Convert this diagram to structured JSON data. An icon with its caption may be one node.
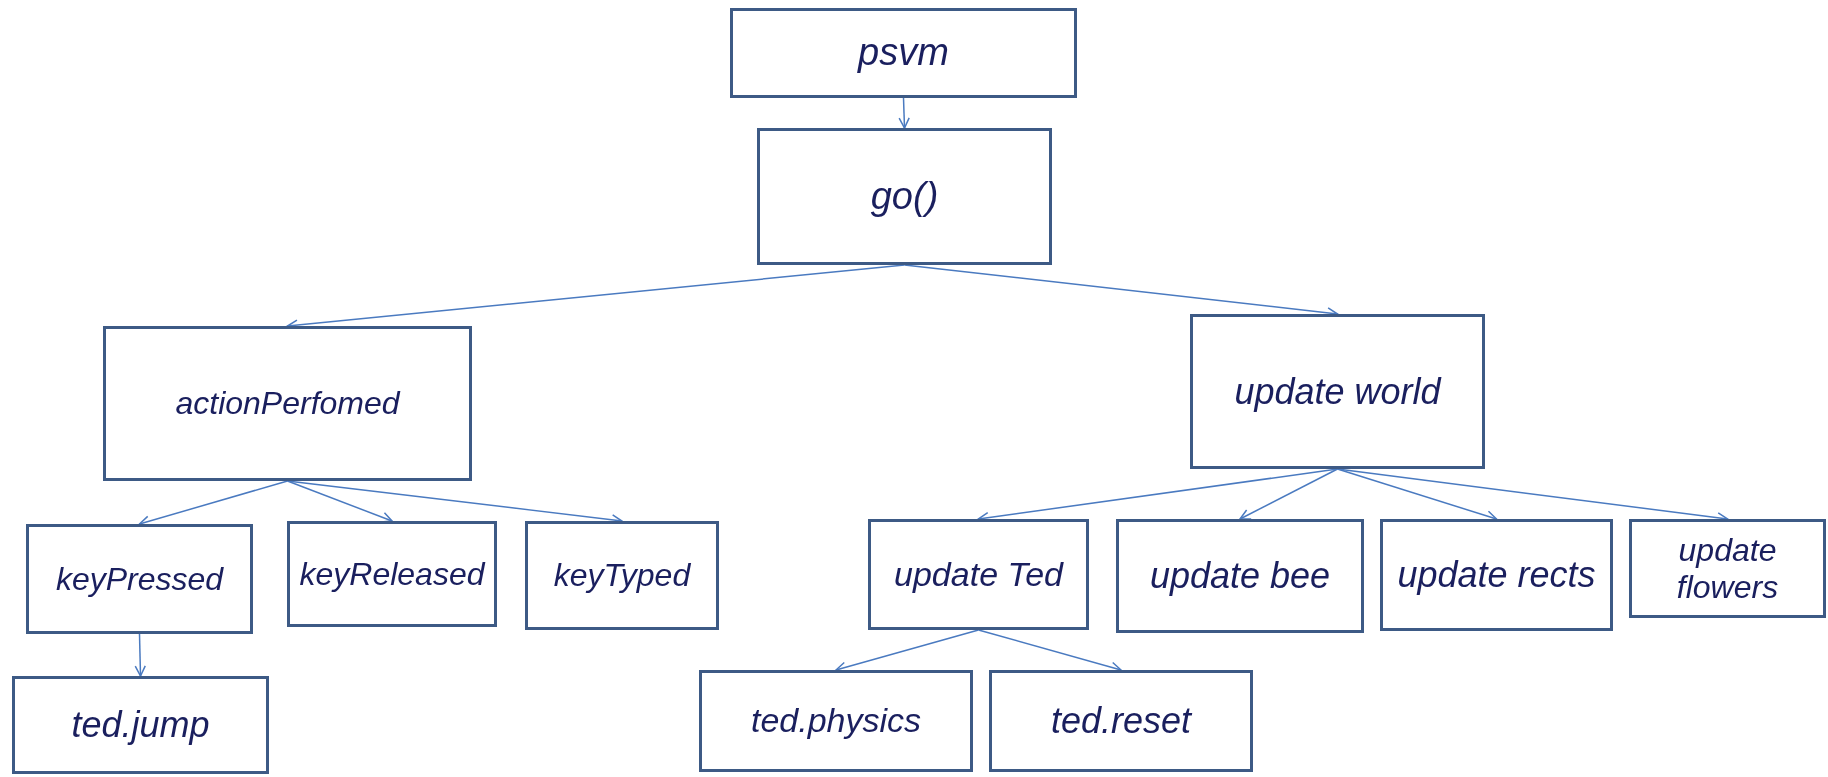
{
  "diagram": {
    "nodes": [
      {
        "text": [
          "psvm"
        ]
      },
      {
        "text": [
          "go()"
        ]
      },
      {
        "text": [
          "actionPerfomed"
        ]
      },
      {
        "text": [
          "update world"
        ]
      },
      {
        "text": [
          "keyPressed"
        ]
      },
      {
        "text": [
          "keyReleased"
        ]
      },
      {
        "text": [
          "keyTyped"
        ]
      },
      {
        "text": [
          "update Ted"
        ]
      },
      {
        "text": [
          "update bee"
        ]
      },
      {
        "text": [
          "update rects"
        ]
      },
      {
        "text": [
          "update flowers"
        ]
      },
      {
        "text": [
          "ted.jump"
        ]
      },
      {
        "text": [
          "ted.physics"
        ]
      },
      {
        "text": [
          "ted.reset"
        ]
      }
    ],
    "edges": [
      {
        "from": 0,
        "to": 1,
        "arrow": "to"
      },
      {
        "from": 1,
        "to": 2,
        "arrow": "to"
      },
      {
        "from": 1,
        "to": 3,
        "arrow": "to"
      },
      {
        "from": 2,
        "to": 4,
        "arrow": "to"
      },
      {
        "from": 2,
        "to": 5,
        "arrow": "to"
      },
      {
        "from": 2,
        "to": 6,
        "arrow": "to"
      },
      {
        "from": 3,
        "to": 7,
        "arrow": "to"
      },
      {
        "from": 3,
        "to": 8,
        "arrow": "to"
      },
      {
        "from": 3,
        "to": 9,
        "arrow": "to"
      },
      {
        "from": 3,
        "to": 10,
        "arrow": "to"
      },
      {
        "from": 4,
        "to": 11,
        "arrow": "to"
      },
      {
        "from": 7,
        "to": 12,
        "arrow": "to"
      },
      {
        "from": 7,
        "to": 13,
        "arrow": "to"
      }
    ]
  }
}
